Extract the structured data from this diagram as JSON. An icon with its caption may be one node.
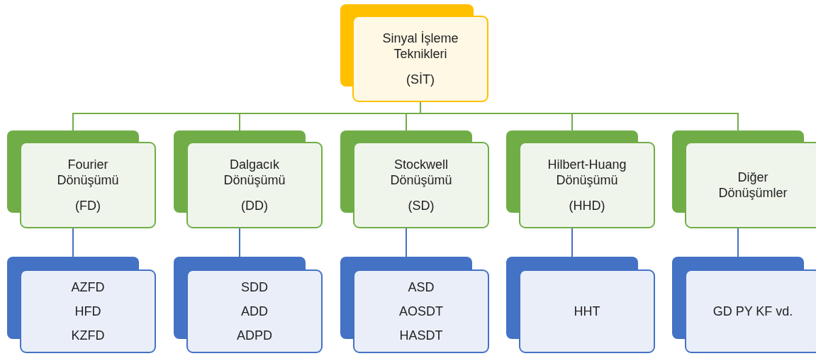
{
  "diagram": {
    "nodes": [
      {
        "text": [
          "Sinyal İşleme Teknikleri",
          "(SİT)"
        ]
      },
      {
        "text": [
          "Fourier Dönüşümü",
          "(FD)"
        ]
      },
      {
        "text": [
          "Dalgacık Dönüşümü",
          "(DD)"
        ]
      },
      {
        "text": [
          "Stockwell Dönüşümü",
          "(SD)"
        ]
      },
      {
        "text": [
          "Hilbert-Huang Dönüşümü",
          "(HHD)"
        ]
      },
      {
        "text": [
          "Diğer Dönüşümler"
        ]
      },
      {
        "text": [
          "AZFD",
          "HFD",
          "KZFD"
        ]
      },
      {
        "text": [
          "SDD",
          "ADD",
          "ADPD"
        ]
      },
      {
        "text": [
          "ASD",
          "AOSDT",
          "HASDT"
        ]
      },
      {
        "text": [
          "HHT"
        ]
      },
      {
        "text": [
          "GD PY KF vd."
        ]
      }
    ],
    "edges": [
      {
        "from": 0,
        "to": 1,
        "arrow": "none",
        "color": "#70ad47"
      },
      {
        "from": 0,
        "to": 2,
        "arrow": "none",
        "color": "#70ad47"
      },
      {
        "from": 0,
        "to": 3,
        "arrow": "none",
        "color": "#70ad47"
      },
      {
        "from": 0,
        "to": 4,
        "arrow": "none",
        "color": "#70ad47"
      },
      {
        "from": 0,
        "to": 5,
        "arrow": "none",
        "color": "#70ad47"
      },
      {
        "from": 1,
        "to": 6,
        "arrow": "none",
        "color": "#4472c4"
      },
      {
        "from": 2,
        "to": 7,
        "arrow": "none",
        "color": "#4472c4"
      },
      {
        "from": 3,
        "to": 8,
        "arrow": "none",
        "color": "#4472c4"
      },
      {
        "from": 4,
        "to": 9,
        "arrow": "none",
        "color": "#4472c4"
      },
      {
        "from": 5,
        "to": 10,
        "arrow": "none",
        "color": "#4472c4"
      }
    ]
  }
}
